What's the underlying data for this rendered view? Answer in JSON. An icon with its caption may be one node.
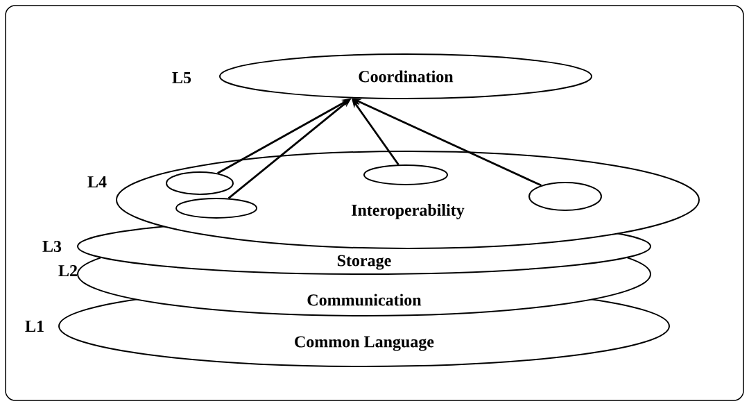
{
  "diagram": {
    "nodes": [
      {
        "text": [
          "Coordination"
        ],
        "beside": [
          "L5"
        ]
      },
      {
        "text": [
          "Interoperability"
        ],
        "beside": [
          "L4"
        ]
      },
      {
        "text": [],
        "shape": "circle",
        "in": 1
      },
      {
        "text": [],
        "shape": "circle",
        "in": 1
      },
      {
        "text": [],
        "shape": "circle",
        "in": 1
      },
      {
        "text": [],
        "shape": "circle",
        "in": 1
      },
      {
        "text": [
          "Storage"
        ],
        "beside": [
          "L3"
        ]
      },
      {
        "text": [
          "Communication"
        ],
        "beside": [
          "L2"
        ]
      },
      {
        "text": [
          "Common Language"
        ],
        "beside": [
          "L1"
        ]
      }
    ],
    "edges": [
      {
        "from": 2,
        "to": 0,
        "arrow": "to"
      },
      {
        "from": 3,
        "to": 0,
        "arrow": "to"
      },
      {
        "from": 4,
        "to": 0,
        "arrow": "to"
      },
      {
        "from": 5,
        "to": 0,
        "arrow": "to"
      }
    ]
  }
}
